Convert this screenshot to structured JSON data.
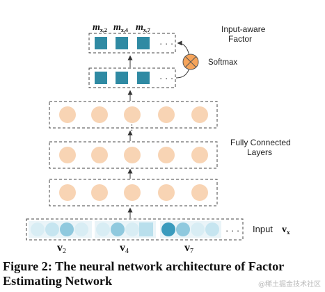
{
  "diagram": {
    "factor_title": [
      "Input-aware",
      "Factor"
    ],
    "softmax_label": "Softmax",
    "fc_label": [
      "Fully Connected",
      "Layers"
    ],
    "input_label": "Input",
    "input_symbol": "v",
    "input_symbol_sub": "x",
    "factor_letter": "m",
    "factor_subscripts": [
      "x,2",
      "x,4",
      "x,7"
    ],
    "ellipsis": "· · ·",
    "group_letter": "v",
    "group_subscripts": [
      "2",
      "4",
      "7"
    ],
    "colors": {
      "square_teal": "#2f8aa3",
      "neuron_peach": "#f8d4b4",
      "softmax_orange": "#f6a45a",
      "embed_light": "#d8edf4",
      "embed_mid": "#8fc9de",
      "embed_dark": "#3a9bbd"
    }
  },
  "caption": {
    "line1": "Figure 2: The neural network architecture of Factor",
    "line2": "Estimating Network"
  },
  "watermark": "@稀土掘金技术社区"
}
